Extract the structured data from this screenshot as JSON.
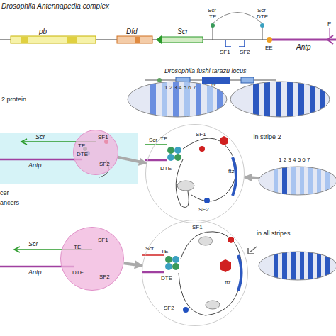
{
  "diagram": {
    "nodes": [
      {
        "text": [
          "1 2 3 4 5 6 7"
        ]
      },
      {
        "text": [
          "TE",
          "DTE",
          "SF1",
          "SF2"
        ]
      },
      {
        "text": [
          "Scr",
          "TE",
          "DTE",
          "SF1",
          "SF2",
          "ftz"
        ]
      },
      {
        "text": [
          "1 2 3 4 5 6 7"
        ]
      },
      {
        "text": [
          "TE",
          "DTE",
          "SF1",
          "SF2"
        ]
      },
      {
        "text": [
          "Scr",
          "TE",
          "DTE",
          "SF1",
          "SF2",
          "ftz"
        ]
      }
    ],
    "edges": [
      {
        "from": 1,
        "to": 2,
        "arrow": "to"
      },
      {
        "from": 3,
        "to": 2,
        "arrow": "to",
        "label": "in stripe 2"
      },
      {
        "from": 4,
        "to": 5,
        "arrow": "to"
      }
    ],
    "labels": [
      "Drosophila Antennapedia complex",
      "pb",
      "Dfd",
      "Scr",
      "Antp",
      "Scr",
      "TE",
      "Scr",
      "DTE",
      "SF1",
      "SF2",
      "EE",
      "P",
      "Drosophila fushi tarazu locus",
      "ftz",
      "2 protein",
      "Scr",
      "Antp",
      "cer",
      "ancers",
      "Scr",
      "Antp",
      "in all stripes"
    ]
  }
}
